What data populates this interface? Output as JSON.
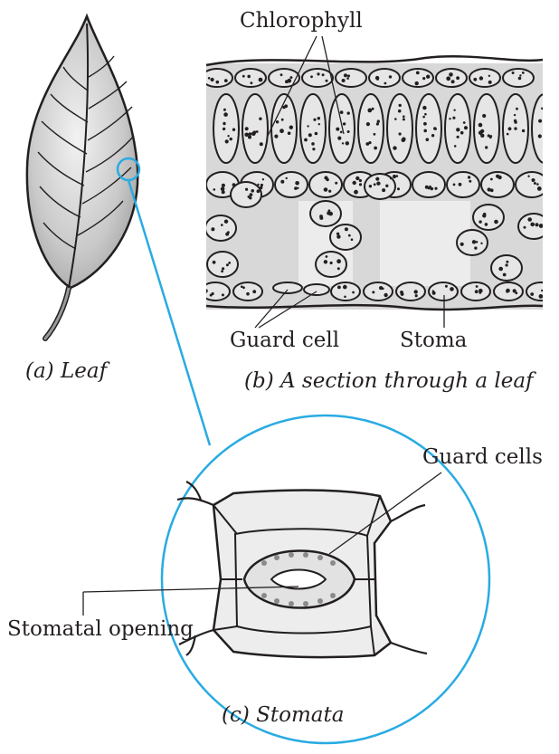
{
  "labels": {
    "chlorophyll": "Chlorophyll",
    "guard_cell": "Guard cell",
    "stoma": "Stoma",
    "guard_cells": "Guard cells",
    "stomatal_opening": "Stomatal opening"
  },
  "captions": {
    "leaf": "(a) Leaf",
    "section": "(b) A section through a leaf",
    "stomata": "(c) Stomata"
  },
  "colors": {
    "line": "#231f20",
    "callout": "#29abe2",
    "cell_fill": "#e6e6e6",
    "tissue": "#cfcfcf"
  }
}
